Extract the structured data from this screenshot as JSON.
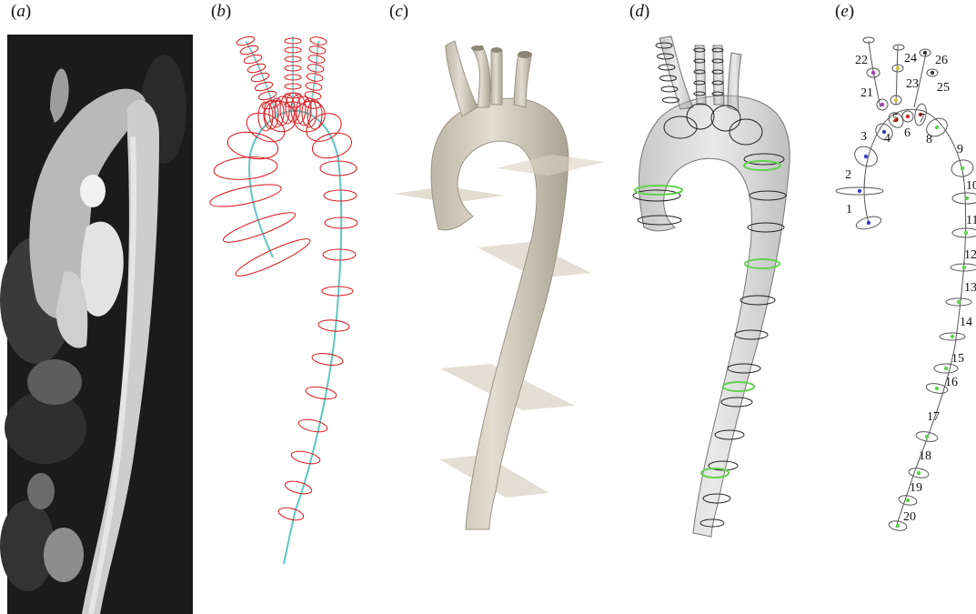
{
  "figure": {
    "panels": [
      {
        "id": "a",
        "label_open": "(",
        "label_letter": "a",
        "label_close": ")"
      },
      {
        "id": "b",
        "label_open": "(",
        "label_letter": "b",
        "label_close": ")"
      },
      {
        "id": "c",
        "label_open": "(",
        "label_letter": "c",
        "label_close": ")"
      },
      {
        "id": "d",
        "label_open": "(",
        "label_letter": "d",
        "label_close": ")"
      },
      {
        "id": "e",
        "label_open": "(",
        "label_letter": "e",
        "label_close": ")"
      }
    ],
    "segment_numbers": [
      "1",
      "2",
      "3",
      "4",
      "5",
      "6",
      "7",
      "8",
      "9",
      "10",
      "11",
      "12",
      "13",
      "14",
      "15",
      "16",
      "17",
      "18",
      "19",
      "20",
      "21",
      "22",
      "23",
      "24",
      "25",
      "26"
    ],
    "colors": {
      "contour_red": "#d9262b",
      "centerline_cyan": "#5fc6c2",
      "surface_grey": "#cfc9bd",
      "plane_beige": "#d8d2c2",
      "ring_green": "#5fd34a",
      "mri_dark": "#1b1b1b"
    }
  }
}
